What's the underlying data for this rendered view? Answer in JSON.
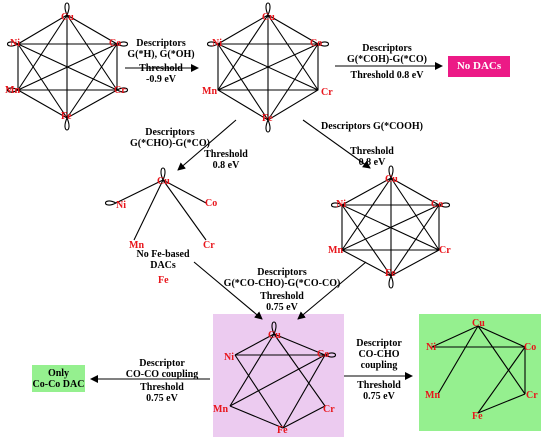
{
  "colors": {
    "element": "#e8151b",
    "no_dacs_box": "#ec1a86",
    "pink_panel": "#eccbf0",
    "green_panel": "#95f08f",
    "line": "#000000"
  },
  "elements": {
    "cu": "Cu",
    "ni": "Ni",
    "co": "Co",
    "mn": "Mn",
    "cr": "Cr",
    "fe": "Fe"
  },
  "steps": {
    "step1": {
      "line1": "Descriptors",
      "line2": "G(*H), G(*OH)",
      "line3": "Threshold",
      "line4": "-0.9 eV"
    },
    "step2": {
      "line1": "Descriptors",
      "line2": "G(*COH)-G(*CO)",
      "line3": "Threshold 0.8 eV"
    },
    "no_dacs": "No DACs",
    "step3": {
      "line1": "Descriptors",
      "line2": "G(*CHO)-G(*CO)",
      "line3": "Threshold",
      "line4": "0.8 eV"
    },
    "step4": {
      "line1": "Descriptors G(*COOH)",
      "line2": "Threshold",
      "line3": "0.8 eV"
    },
    "no_fe": {
      "line1": "No Fe-based",
      "line2": "DACs"
    },
    "step5": {
      "line1": "Descriptors",
      "line2": "G(*CO-CHO)-G(*CO-CO)",
      "line3": "Threshold",
      "line4": "0.75 eV"
    },
    "step6": {
      "line1": "Descriptor",
      "line2": "CO-CO coupling",
      "line3": "Threshold",
      "line4": "0.75 eV"
    },
    "only": {
      "line1": "Only",
      "line2": "Co-Co DAC"
    },
    "step7": {
      "line1": "Descriptor",
      "line2": "CO-CHO",
      "line3": "coupling",
      "line4": "Threshold",
      "line5": "0.75 eV"
    }
  }
}
